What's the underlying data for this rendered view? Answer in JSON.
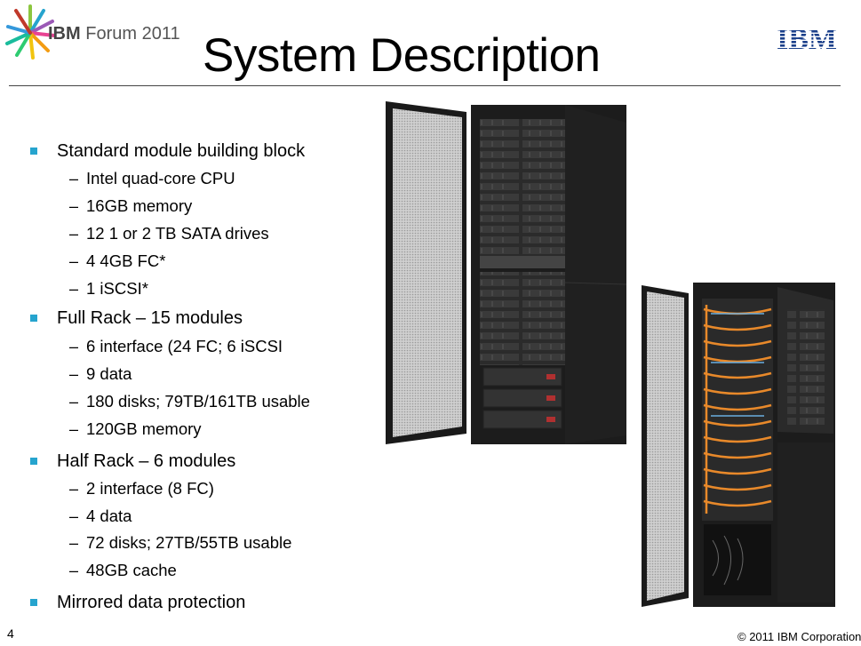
{
  "header": {
    "logo_brand": "IBM",
    "logo_event": "Forum 2011",
    "title": "System Description",
    "ibm_mark": "IBM"
  },
  "bullets": [
    {
      "text": "Standard module building block",
      "level": 1
    },
    {
      "text": "Intel quad-core CPU",
      "level": 2
    },
    {
      "text": "16GB memory",
      "level": 2
    },
    {
      "text": "12 1 or 2 TB SATA drives",
      "level": 2
    },
    {
      "text": "4 4GB FC*",
      "level": 2
    },
    {
      "text": "1 iSCSI*",
      "level": 2
    },
    {
      "text": "Full Rack – 15 modules",
      "level": 1
    },
    {
      "text": "6 interface (24 FC; 6 iSCSI",
      "level": 2
    },
    {
      "text": "9 data",
      "level": 2
    },
    {
      "text": "180 disks; 79TB/161TB usable",
      "level": 2
    },
    {
      "text": "120GB memory",
      "level": 2
    },
    {
      "text": "Half Rack – 6 modules",
      "level": 1
    },
    {
      "text": "2 interface (8 FC)",
      "level": 2
    },
    {
      "text": "4 data",
      "level": 2
    },
    {
      "text": "72 disks; 27TB/55TB usable",
      "level": 2
    },
    {
      "text": "48GB cache",
      "level": 2
    },
    {
      "text": "Mirrored data protection",
      "level": 1
    }
  ],
  "footer": {
    "page_number": "4",
    "copyright": "© 2011 IBM Corporation"
  },
  "colors": {
    "bullet_accent": "#26a4ce",
    "rack_body": "#1e1e1e",
    "cable_orange": "#e8892a"
  }
}
